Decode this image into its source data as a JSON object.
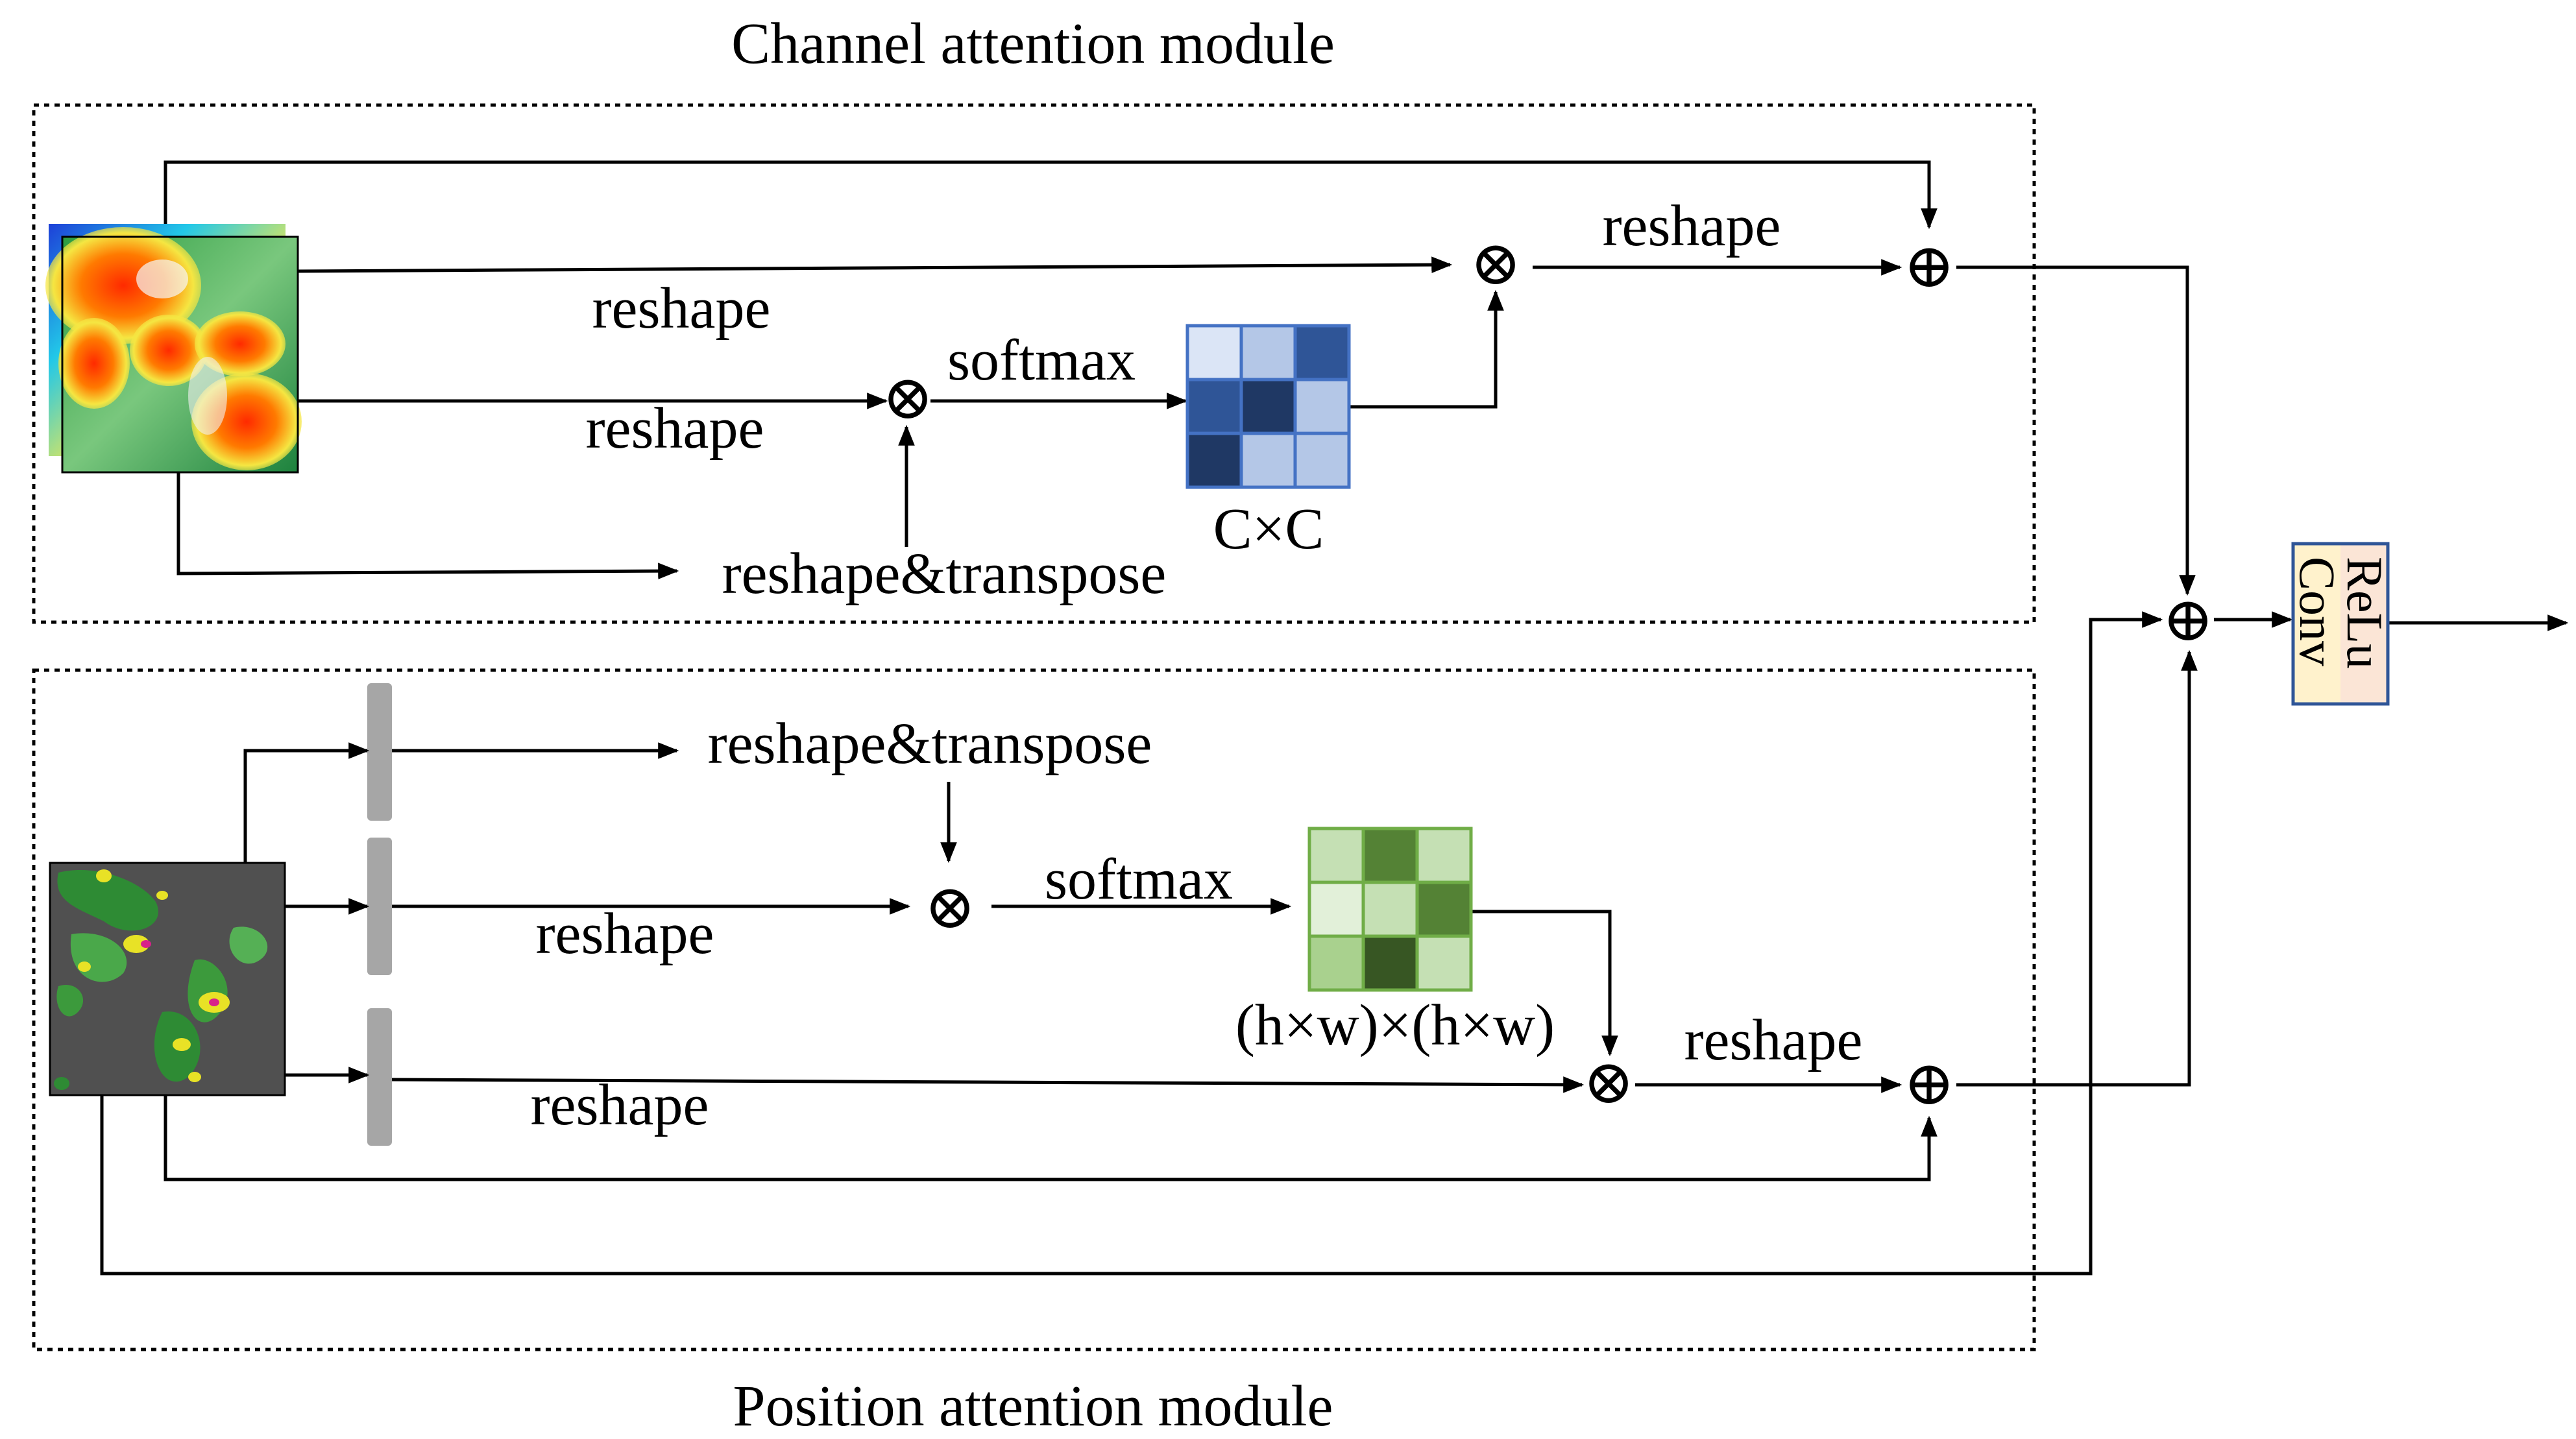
{
  "titles": {
    "channel": "Channel attention module",
    "position": "Position attention module"
  },
  "channel_labels": {
    "reshape_top": "reshape",
    "reshape_mid": "reshape",
    "reshape_right": "reshape",
    "reshape_transpose": "reshape&transpose",
    "softmax": "softmax",
    "matrix_caption": "C×C"
  },
  "position_labels": {
    "reshape_transpose": "reshape&transpose",
    "reshape_mid": "reshape",
    "reshape_bottom": "reshape",
    "reshape_right": "reshape",
    "softmax": "softmax",
    "matrix_caption": "(h×w)×(h×w)"
  },
  "output_block": {
    "top_label": "ReLu",
    "bottom_label": "Conv"
  },
  "symbols": {
    "multiply": "⊗",
    "add": "⊕"
  },
  "colors": {
    "channel_matrix": [
      "#dbe5f6",
      "#b4c7e7",
      "#2f5597",
      "#2f5597",
      "#1f3864",
      "#b4c7e7",
      "#1f3864",
      "#b4c7e7",
      "#b4c7e7"
    ],
    "channel_matrix_border": "#4472c4",
    "position_matrix": [
      "#c5e0b4",
      "#548235",
      "#c5e0b4",
      "#e2f0d9",
      "#c5e0b4",
      "#548235",
      "#a9d18e",
      "#375623",
      "#c5e0b4"
    ],
    "position_matrix_border": "#70ad47",
    "conv_fill": "#fff2cc",
    "relu_fill": "#fbe5d6",
    "conv_border": "#2f5597",
    "bar_fill": "#a6a6a6"
  }
}
